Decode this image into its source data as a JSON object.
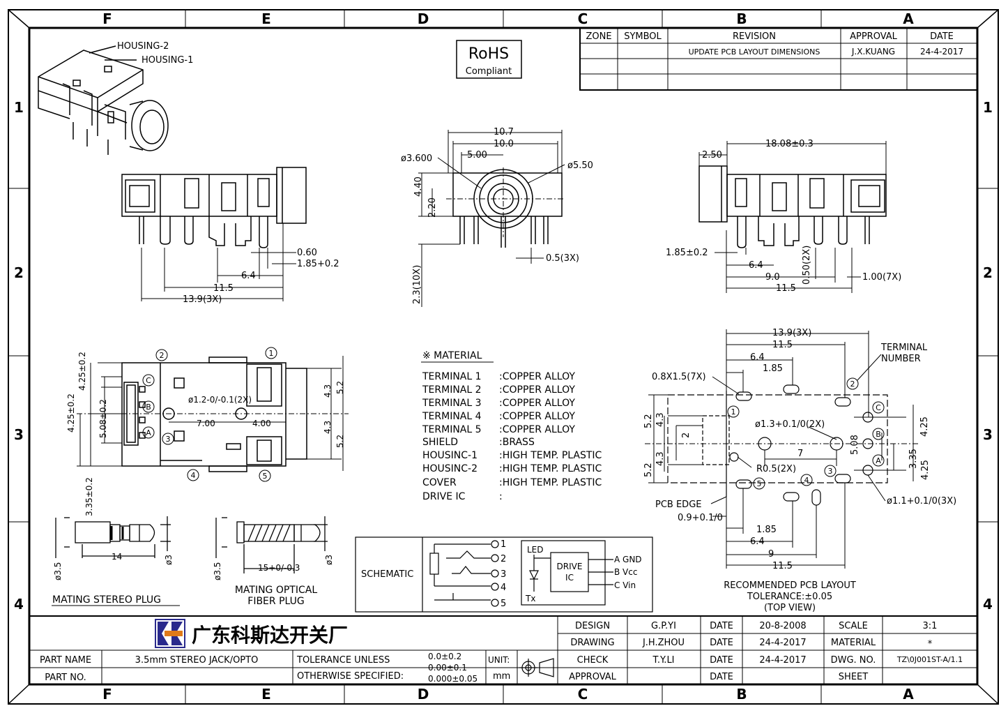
{
  "frame": {
    "columns": [
      "F",
      "E",
      "D",
      "C",
      "B",
      "A"
    ],
    "rows": [
      "1",
      "2",
      "3",
      "4"
    ]
  },
  "rohs": {
    "line1": "RoHS",
    "line2": "Compliant"
  },
  "revision_table": {
    "headers": [
      "ZONE",
      "SYMBOL",
      "REVISION",
      "APPROVAL",
      "DATE"
    ],
    "rows": [
      [
        "",
        "",
        "UPDATE PCB LAYOUT DIMENSIONS",
        "J.X.KUANG",
        "24-4-2017"
      ]
    ]
  },
  "iso_view": {
    "housing2": "HOUSING-2",
    "housing1": "HOUSING-1"
  },
  "side_view": {
    "dims": [
      "0.60",
      "1.85+0.2",
      "6.4",
      "11.5",
      "13.9(3X)"
    ]
  },
  "front_view": {
    "dims": [
      "10.7",
      "10.0",
      "5.00",
      "ø3.600",
      "ø5.50",
      "4.40",
      "2.20",
      "2.3(10X)",
      "0.5(3X)"
    ]
  },
  "right_view": {
    "dims": [
      "2.50",
      "18.08±0.3",
      "1.85±0.2",
      "6.4",
      "9.0",
      "11.5",
      "0.50(2X)",
      "1.00(7X)"
    ]
  },
  "bottom_view": {
    "dims": [
      "4.25±0.2",
      "4.25±0.2",
      "5.08±0.2",
      "3.35±0.2",
      "ø1.2-0/-0.1(2X)",
      "7.00",
      "4.00",
      "4.3",
      "5.2",
      "4.3",
      "5.2"
    ],
    "pins": [
      "1",
      "2",
      "3",
      "4",
      "5",
      "A",
      "B",
      "C"
    ]
  },
  "material": {
    "title": "※ MATERIAL",
    "rows": [
      {
        "part": "TERMINAL 1",
        "spec": ":COPPER ALLOY"
      },
      {
        "part": "TERMINAL 2",
        "spec": ":COPPER ALLOY"
      },
      {
        "part": "TERMINAL 3",
        "spec": ":COPPER ALLOY"
      },
      {
        "part": "TERMINAL 4",
        "spec": ":COPPER ALLOY"
      },
      {
        "part": "TERMINAL 5",
        "spec": ":COPPER ALLOY"
      },
      {
        "part": "SHIELD",
        "spec": ":BRASS"
      },
      {
        "part": "HOUSINC-1",
        "spec": ":HIGH TEMP. PLASTIC"
      },
      {
        "part": "HOUSINC-2",
        "spec": ":HIGH TEMP. PLASTIC"
      },
      {
        "part": "COVER",
        "spec": ":HIGH TEMP. PLASTIC"
      },
      {
        "part": "DRIVE IC",
        "spec": ":"
      }
    ]
  },
  "pcb_layout": {
    "dims": [
      "13.9(3X)",
      "11.5",
      "6.4",
      "1.85",
      "0.8X1.5(7X)",
      "ø1.3+0.1/0(2X)",
      "R0.5(2X)",
      "5.2",
      "4.3",
      "2",
      "7",
      "5.08",
      "4.25",
      "3.35",
      "4.25",
      "5.2",
      "4.3",
      "0.9+0.1/0",
      "1.85",
      "6.4",
      "9",
      "11.5",
      "ø1.1+0.1/0(3X)"
    ],
    "terminal_label": [
      "TERMINAL",
      "NUMBER"
    ],
    "pcb_edge": "PCB EDGE",
    "caption": [
      "RECOMMENDED PCB LAYOUT",
      "TOLERANCE:±0.05",
      "(TOP VIEW)"
    ]
  },
  "plugs": {
    "stereo": {
      "label": "MATING STEREO PLUG",
      "dims": [
        "ø3.5",
        "14",
        "ø3"
      ]
    },
    "optical": {
      "label": [
        "MATING OPTICAL",
        "FIBER PLUG"
      ],
      "dims": [
        "ø3.5",
        "15+0/-0.3",
        "ø3"
      ]
    }
  },
  "schematic": {
    "title": "SCHEMATIC",
    "pins": [
      "1",
      "2",
      "3",
      "4",
      "5"
    ],
    "led": "LED",
    "tx": "Tx",
    "ic": [
      "DRIVE",
      "IC"
    ],
    "outputs": [
      "A GND",
      "B Vcc",
      "C Vin"
    ]
  },
  "title_block": {
    "company": "广东科斯达开关厂",
    "part_name_label": "PART NAME",
    "part_name": "3.5mm STEREO JACK/OPTO",
    "part_no_label": "PART NO.",
    "tolerance_line1": "TOLERANCE UNLESS",
    "tolerance_line2": "OTHERWISE SPECIFIED:",
    "tol_values": [
      "0.0±0.2",
      "0.00±0.1",
      "0.000±0.05"
    ],
    "unit_label": "UNIT:",
    "unit": "mm",
    "design_label": "DESIGN",
    "design": "G.P.YI",
    "drawing_label": "DRAWING",
    "drawing": "J.H.ZHOU",
    "check_label": "CHECK",
    "check": "T.Y.LI",
    "approval_label": "APPROVAL",
    "date_label": "DATE",
    "dates": [
      "20-8-2008",
      "24-4-2017",
      "24-4-2017",
      ""
    ],
    "scale_label": "SCALE",
    "scale": "3:1",
    "material_label": "MATERIAL",
    "material": "*",
    "dwg_label": "DWG. NO.",
    "dwg": "TZ\\0J001ST-A/1.1",
    "sheet_label": "SHEET"
  }
}
